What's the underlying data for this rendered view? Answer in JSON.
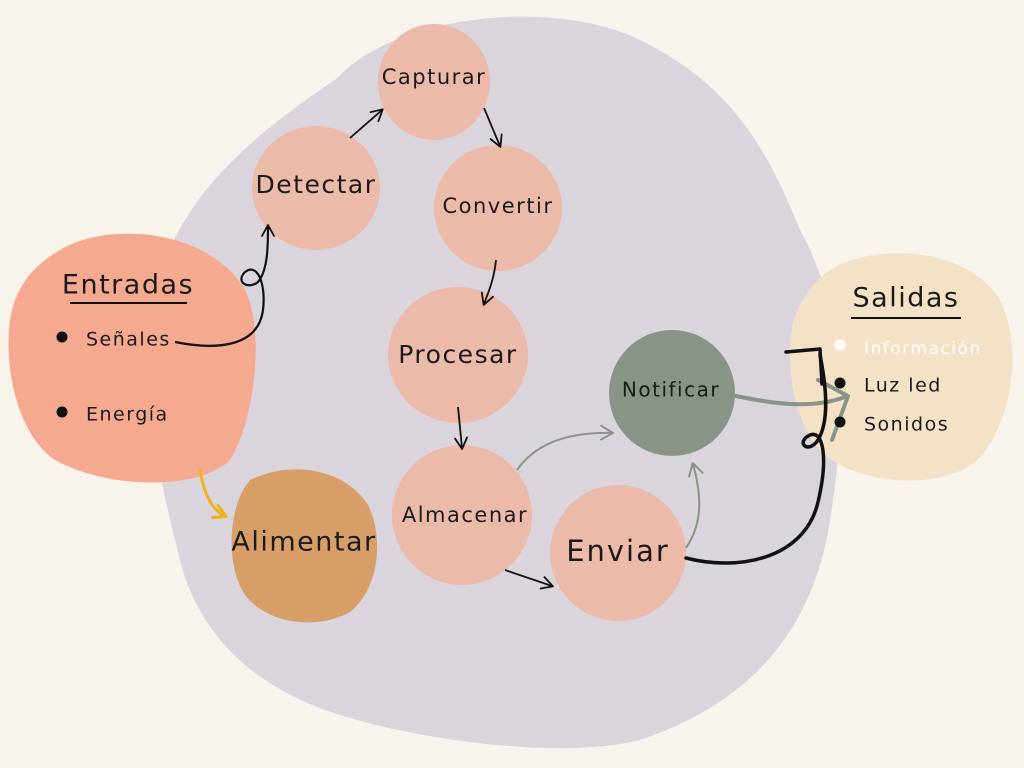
{
  "colors": {
    "background": "#f8f3eb",
    "blob": "#dad5dc",
    "process_node": "#ecbaa8",
    "inputs_node": "#f5a98e",
    "feed_node": "#d89e68",
    "notify_node": "#889486",
    "outputs_node": "#f4e2c6",
    "arrow_dark": "#111111",
    "arrow_green": "#889486",
    "arrow_yellow": "#f0b11c"
  },
  "inputs": {
    "title": "Entradas",
    "items": [
      "Señales",
      "Energía"
    ]
  },
  "outputs": {
    "title": "Salidas",
    "items": [
      "Información",
      "Luz led",
      "Sonidos"
    ]
  },
  "steps": {
    "detect": "Detectar",
    "capture": "Capturar",
    "convert": "Convertir",
    "process": "Procesar",
    "store": "Almacenar",
    "send": "Enviar",
    "notify": "Notificar",
    "feed": "Alimentar"
  }
}
